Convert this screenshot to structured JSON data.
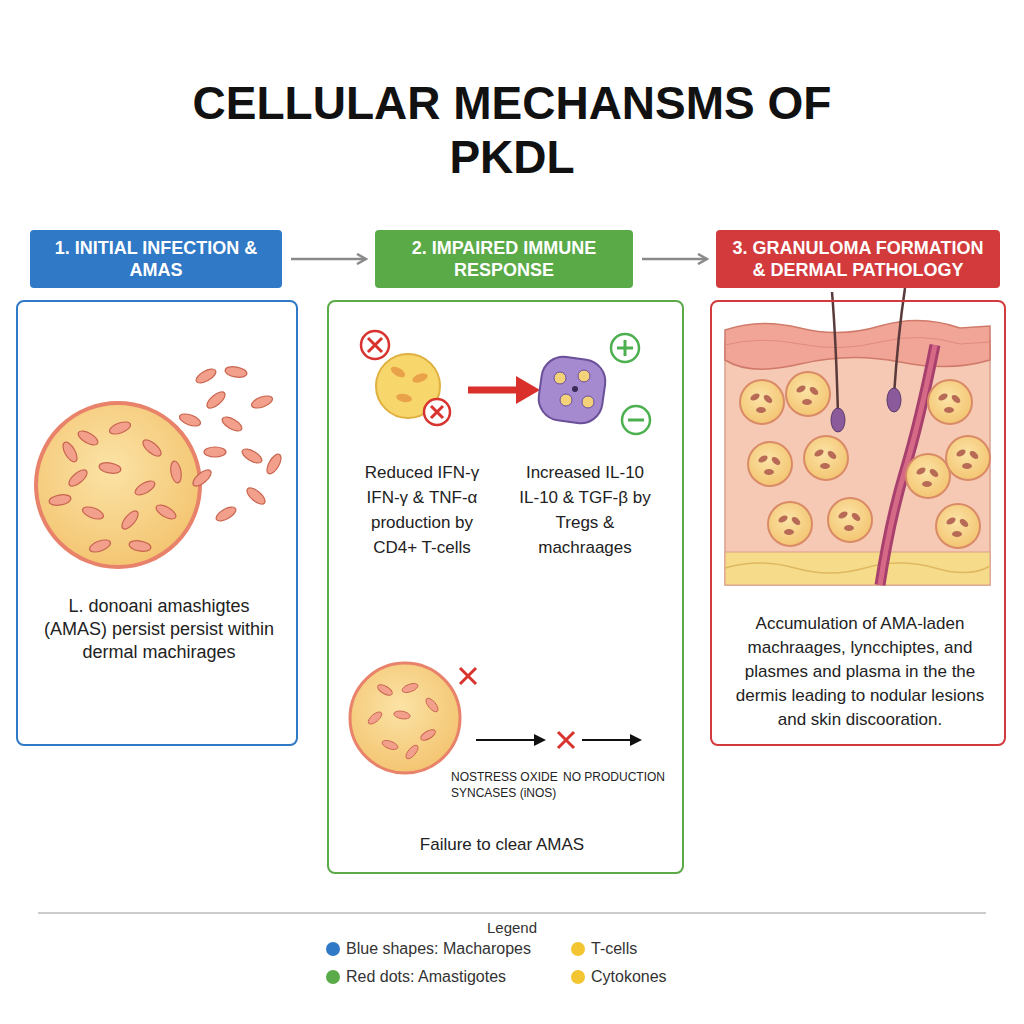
{
  "diagram": {
    "title": "CELLULAR MECHANSMS OF PKDL",
    "nodes": [
      {
        "text": [
          "1. INITIAL INFECTION & AMAS"
        ]
      },
      {
        "text": [
          "L. donoani amashigtes (AMAS) persist persist within dermal machirages"
        ]
      },
      {
        "text": [
          "2. IMPAIRED IMMUNE RESPONSE"
        ]
      },
      {
        "text": [
          "Reduced IFN-γ IFN-γ & TNF-α production by CD4+ T-cells",
          "Increased IL-10 IL-10 & TGF-β by Tregs & machraages",
          "NOSTRESS OXIDE SYNCASES (iNOS)",
          "NO PRODUCTION",
          "Failure to clear AMAS"
        ]
      },
      {
        "text": [
          "3. GRANULOMA FORMATION & DERMAL PATHOLOGY"
        ]
      },
      {
        "text": [
          "Accumulation of AMA-laden machraages, lyncchiptes, and plasmes and plasma in the the dermis leading to nodular lesions and skin discooration."
        ]
      }
    ],
    "edges": [
      {
        "from": 0,
        "to": 2,
        "arrow": "to"
      },
      {
        "from": 2,
        "to": 4,
        "arrow": "to"
      }
    ],
    "labels": [
      "Legend"
    ],
    "legend": [
      {
        "text": "Blue shapes: Macharopes",
        "color": "#2f79c6"
      },
      {
        "text": "T-cells",
        "color": "#f2c531"
      },
      {
        "text": "Red dots: Amastigotes",
        "color": "#5aaa48"
      },
      {
        "text": "Cytokones",
        "color": "#f2c531"
      }
    ]
  }
}
